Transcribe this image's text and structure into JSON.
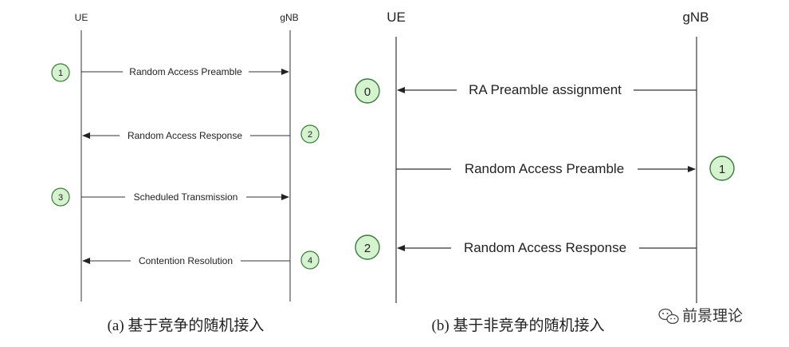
{
  "colors": {
    "circle_fill": "#d6f3d0",
    "circle_stroke": "#3c7a3c",
    "line": "#333333",
    "text": "#222222"
  },
  "diagram_a": {
    "ue_label": "UE",
    "gnb_label": "gNB",
    "caption": "(a) 基于竞争的随机接入",
    "messages": [
      {
        "step": "1",
        "label": "Random Access Preamble",
        "direction": "to-gnb"
      },
      {
        "step": "2",
        "label": "Random Access Response",
        "direction": "to-ue"
      },
      {
        "step": "3",
        "label": "Scheduled Transmission",
        "direction": "to-gnb"
      },
      {
        "step": "4",
        "label": "Contention Resolution",
        "direction": "to-ue"
      }
    ]
  },
  "diagram_b": {
    "ue_label": "UE",
    "gnb_label": "gNB",
    "caption": "(b) 基于非竞争的随机接入",
    "messages": [
      {
        "step": "0",
        "label": "RA Preamble assignment",
        "direction": "to-ue"
      },
      {
        "step": "1",
        "label": "Random Access Preamble",
        "direction": "to-gnb"
      },
      {
        "step": "2",
        "label": "Random Access Response",
        "direction": "to-ue"
      }
    ]
  },
  "watermark": {
    "icon": "wechat-icon",
    "text": "前景理论"
  }
}
